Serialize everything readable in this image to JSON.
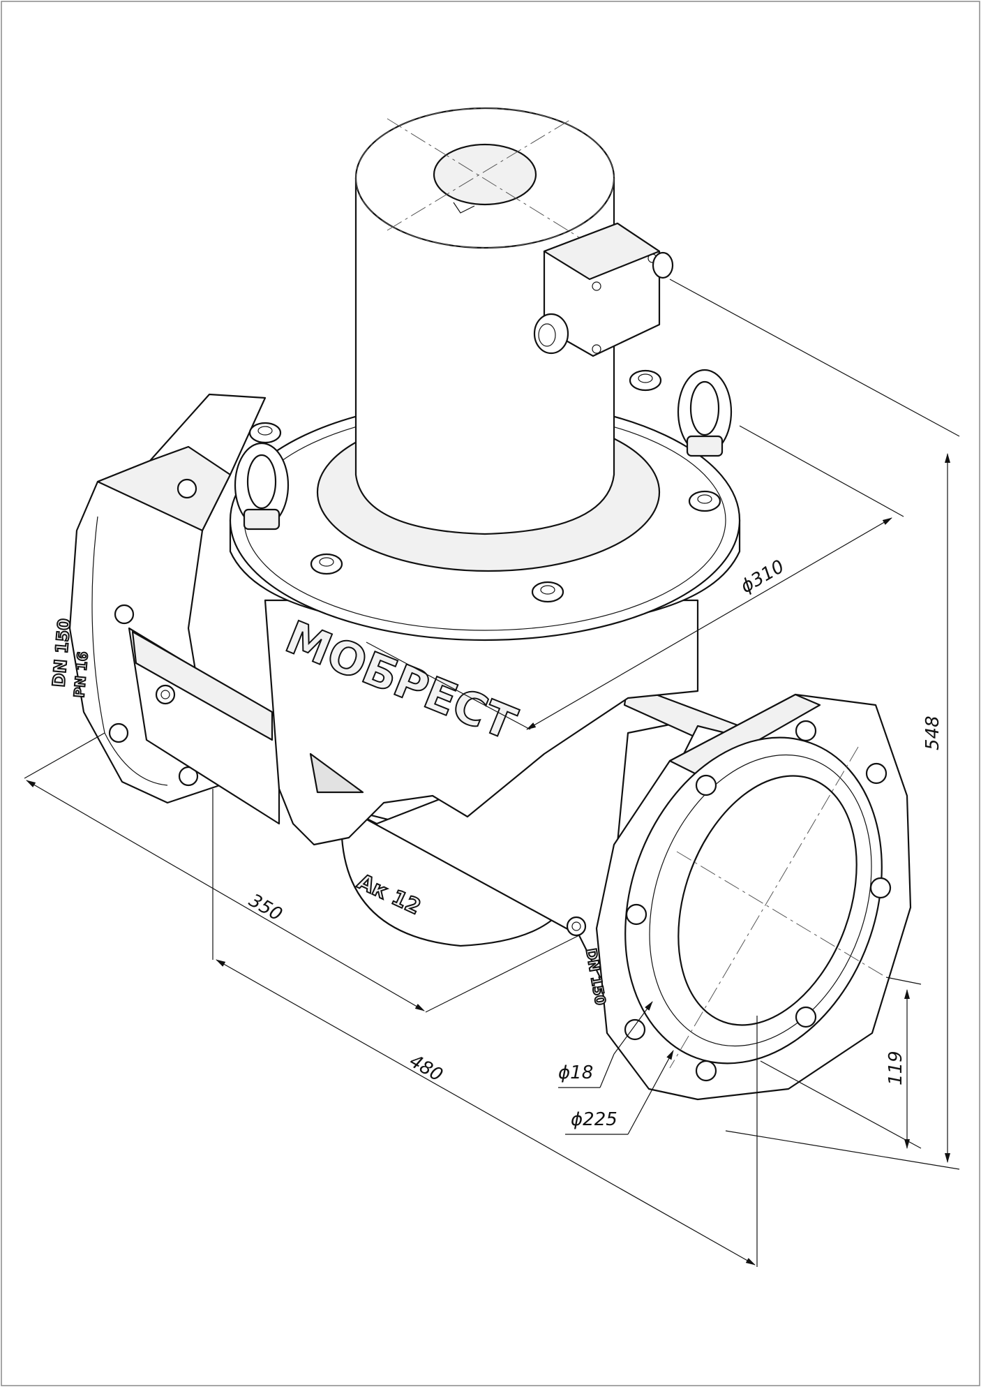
{
  "drawing": {
    "brand_cast": "МОБРЕСТ",
    "body_mark": "Ак 12",
    "flange_mark": "DN 150",
    "flange_mark_pn": "PN 16",
    "dimensions": {
      "total_height": "548",
      "cap_diameter": "ϕ310",
      "face_to_face": "480",
      "body_width": "350",
      "axis_height": "119",
      "bolt_hole": "ϕ18",
      "bolt_circle": "ϕ225"
    }
  }
}
